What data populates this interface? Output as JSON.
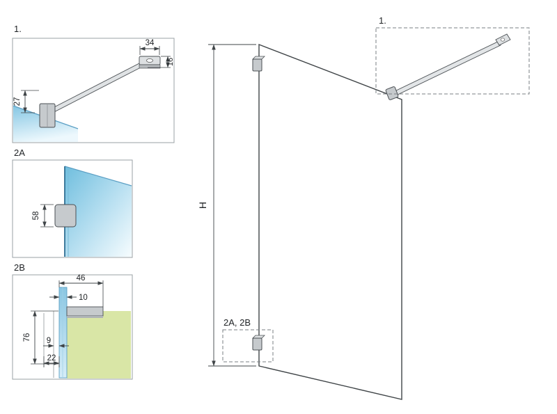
{
  "labels": {
    "detail1": "1.",
    "detail2a": "2A",
    "detail2b": "2B",
    "main_callout_1": "1.",
    "main_callout_2ab": "2A, 2B",
    "height_dim": "H"
  },
  "dimensions": {
    "d1_bracket_width": "34",
    "d1_bar_height": "16",
    "d1_offset": "27",
    "d2a_clamp_height": "58",
    "d2b_total_depth": "46",
    "d2b_glass_thickness": "10",
    "d2b_clamp_height": "76",
    "d2b_gap": "9",
    "d2b_profile_width": "22"
  },
  "colors": {
    "glass_blue": "#85c6e3",
    "glass_blue_light": "#edf8fd",
    "floor_green": "#d9e6a6",
    "metal_gray": "#c6cacd",
    "line": "#3f4447",
    "dashed_box": "#7a7f83"
  }
}
